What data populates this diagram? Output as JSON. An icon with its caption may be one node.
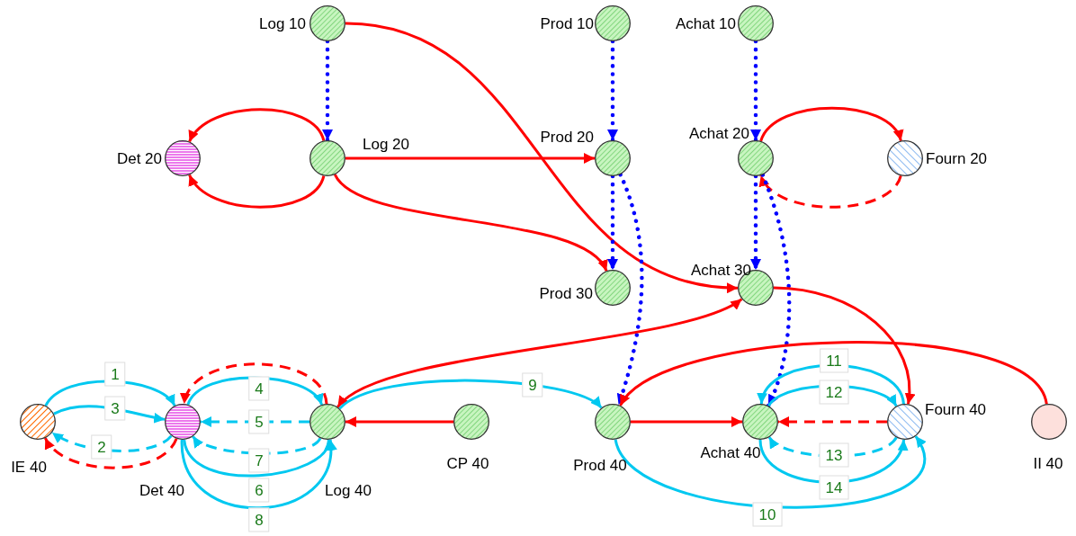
{
  "diagram": {
    "nodes": [
      {
        "text": [],
        "shape": "circle",
        "beside": [
          "Log 10"
        ]
      },
      {
        "text": [],
        "shape": "circle",
        "beside": [
          "Prod 10"
        ]
      },
      {
        "text": [],
        "shape": "circle",
        "beside": [
          "Achat 10"
        ]
      },
      {
        "text": [],
        "shape": "circle",
        "beside": [
          "Det 20"
        ]
      },
      {
        "text": [],
        "shape": "circle",
        "beside": [
          "Log 20"
        ]
      },
      {
        "text": [],
        "shape": "circle",
        "beside": [
          "Prod 20"
        ]
      },
      {
        "text": [],
        "shape": "circle",
        "beside": [
          "Achat 20"
        ]
      },
      {
        "text": [],
        "shape": "circle",
        "beside": [
          "Fourn 20"
        ]
      },
      {
        "text": [],
        "shape": "circle",
        "beside": [
          "Prod 30"
        ]
      },
      {
        "text": [],
        "shape": "circle",
        "beside": [
          "Achat 30"
        ]
      },
      {
        "text": [],
        "shape": "circle",
        "beside": [
          "IE 40"
        ]
      },
      {
        "text": [],
        "shape": "circle",
        "beside": [
          "Det 40"
        ]
      },
      {
        "text": [],
        "shape": "circle",
        "beside": [
          "Log 40"
        ]
      },
      {
        "text": [],
        "shape": "circle",
        "beside": [
          "CP 40"
        ]
      },
      {
        "text": [],
        "shape": "circle",
        "beside": [
          "Prod 40"
        ]
      },
      {
        "text": [],
        "shape": "circle",
        "beside": [
          "Achat 40"
        ]
      },
      {
        "text": [],
        "shape": "circle",
        "beside": [
          "Fourn 40"
        ]
      },
      {
        "text": [],
        "shape": "circle",
        "beside": [
          "II 40"
        ]
      }
    ],
    "edges": [
      {
        "from": 0,
        "to": 4,
        "arrow": "to",
        "style": "dashed",
        "color": "#0000ff"
      },
      {
        "from": 1,
        "to": 5,
        "arrow": "to",
        "style": "dashed",
        "color": "#0000ff"
      },
      {
        "from": 2,
        "to": 6,
        "arrow": "to",
        "style": "dashed",
        "color": "#0000ff"
      },
      {
        "from": 4,
        "to": 3,
        "arrow": "to"
      },
      {
        "from": 4,
        "to": 3,
        "arrow": "to"
      },
      {
        "from": 4,
        "to": 5,
        "arrow": "to"
      },
      {
        "from": 4,
        "to": 8,
        "arrow": "to"
      },
      {
        "from": 0,
        "to": 9,
        "arrow": "to"
      },
      {
        "from": 6,
        "to": 7,
        "arrow": "to"
      },
      {
        "from": 7,
        "to": 6,
        "arrow": "to",
        "style": "dashed"
      },
      {
        "from": 5,
        "to": 8,
        "arrow": "to",
        "style": "dashed",
        "color": "#0000ff"
      },
      {
        "from": 5,
        "to": 14,
        "arrow": "to",
        "style": "dashed",
        "color": "#0000ff"
      },
      {
        "from": 6,
        "to": 9,
        "arrow": "to",
        "style": "dashed",
        "color": "#0000ff"
      },
      {
        "from": 6,
        "to": 15,
        "arrow": "to",
        "style": "dashed",
        "color": "#0000ff"
      },
      {
        "from": 9,
        "to": 16,
        "arrow": "to"
      },
      {
        "from": 12,
        "to": 9,
        "arrow": "both"
      },
      {
        "from": 17,
        "to": 14,
        "arrow": "to"
      },
      {
        "from": 13,
        "to": 12,
        "arrow": "to"
      },
      {
        "from": 14,
        "to": 15,
        "arrow": "to"
      },
      {
        "from": 16,
        "to": 15,
        "arrow": "to",
        "style": "dashed"
      },
      {
        "from": 12,
        "to": 11,
        "arrow": "to",
        "style": "dashed"
      },
      {
        "from": 11,
        "to": 10,
        "arrow": "to",
        "style": "dashed"
      },
      {
        "from": 10,
        "to": 11,
        "arrow": "to",
        "label": "1",
        "color": "#00c8f0"
      },
      {
        "from": 10,
        "to": 11,
        "arrow": "to",
        "label": "3",
        "color": "#00c8f0"
      },
      {
        "from": 11,
        "to": 10,
        "arrow": "to",
        "label": "2",
        "style": "dashed",
        "color": "#00c8f0"
      },
      {
        "from": 11,
        "to": 12,
        "arrow": "to",
        "label": "4",
        "color": "#00c8f0"
      },
      {
        "from": 12,
        "to": 11,
        "arrow": "to",
        "label": "5",
        "style": "dashed",
        "color": "#00c8f0"
      },
      {
        "from": 12,
        "to": 11,
        "arrow": "to",
        "label": "7",
        "style": "dashed",
        "color": "#00c8f0"
      },
      {
        "from": 11,
        "to": 12,
        "arrow": "to",
        "label": "6",
        "color": "#00c8f0"
      },
      {
        "from": 11,
        "to": 12,
        "arrow": "to",
        "label": "8",
        "color": "#00c8f0"
      },
      {
        "from": 12,
        "to": 14,
        "arrow": "to",
        "label": "9",
        "color": "#00c8f0"
      },
      {
        "from": 14,
        "to": 16,
        "arrow": "to",
        "label": "10",
        "color": "#00c8f0"
      },
      {
        "from": 16,
        "to": 15,
        "arrow": "to",
        "label": "11",
        "color": "#00c8f0"
      },
      {
        "from": 15,
        "to": 16,
        "arrow": "to",
        "label": "12",
        "color": "#00c8f0"
      },
      {
        "from": 16,
        "to": 15,
        "arrow": "to",
        "label": "13",
        "style": "dashed",
        "color": "#00c8f0"
      },
      {
        "from": 15,
        "to": 16,
        "arrow": "to",
        "label": "14",
        "color": "#00c8f0"
      }
    ]
  }
}
